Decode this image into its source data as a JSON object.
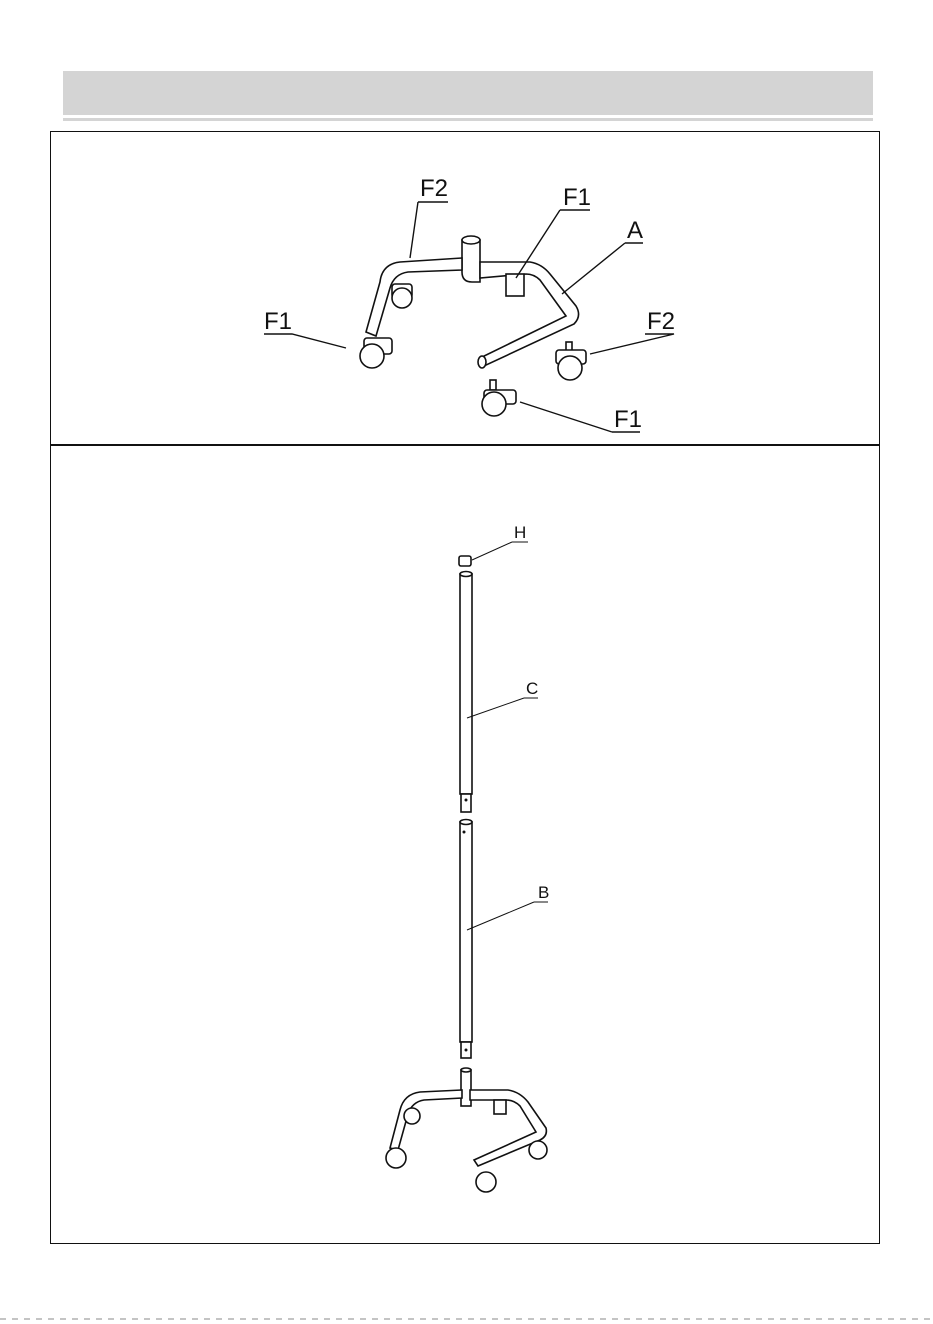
{
  "header": {
    "title": ""
  },
  "step1": {
    "labels": {
      "F2_left": "F2",
      "F1_top": "F1",
      "A": "A",
      "F1_left": "F1",
      "F2_right": "F2",
      "F1_bottom": "F1"
    }
  },
  "step2": {
    "labels": {
      "H": "H",
      "C": "C",
      "B": "B"
    }
  }
}
